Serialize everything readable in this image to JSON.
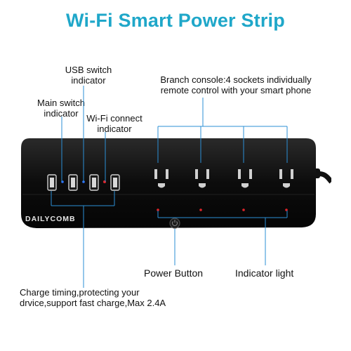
{
  "title": "Wi-Fi Smart Power Strip",
  "labels": {
    "usb_switch": [
      "USB switch",
      "indicator"
    ],
    "main_switch": [
      "Main switch",
      "indicator"
    ],
    "wifi_connect": [
      "Wi-Fi connect",
      "indicator"
    ],
    "branch_console": [
      "Branch console:4 sockets individually",
      "remote control with your smart phone"
    ],
    "power_button": "Power Button",
    "indicator_light": "Indicator light",
    "charge_timing": [
      "Charge timing,protecting your",
      "drvice,support fast charge,Max 2.4A"
    ]
  },
  "brand": "DAILYCOMB",
  "colors": {
    "title": "#1fa7c9",
    "leader_line": "#2b8fd6",
    "body": "#0c0c0c",
    "indicator_red": "#e0252a",
    "indicator_blue": "#2f74ff"
  }
}
